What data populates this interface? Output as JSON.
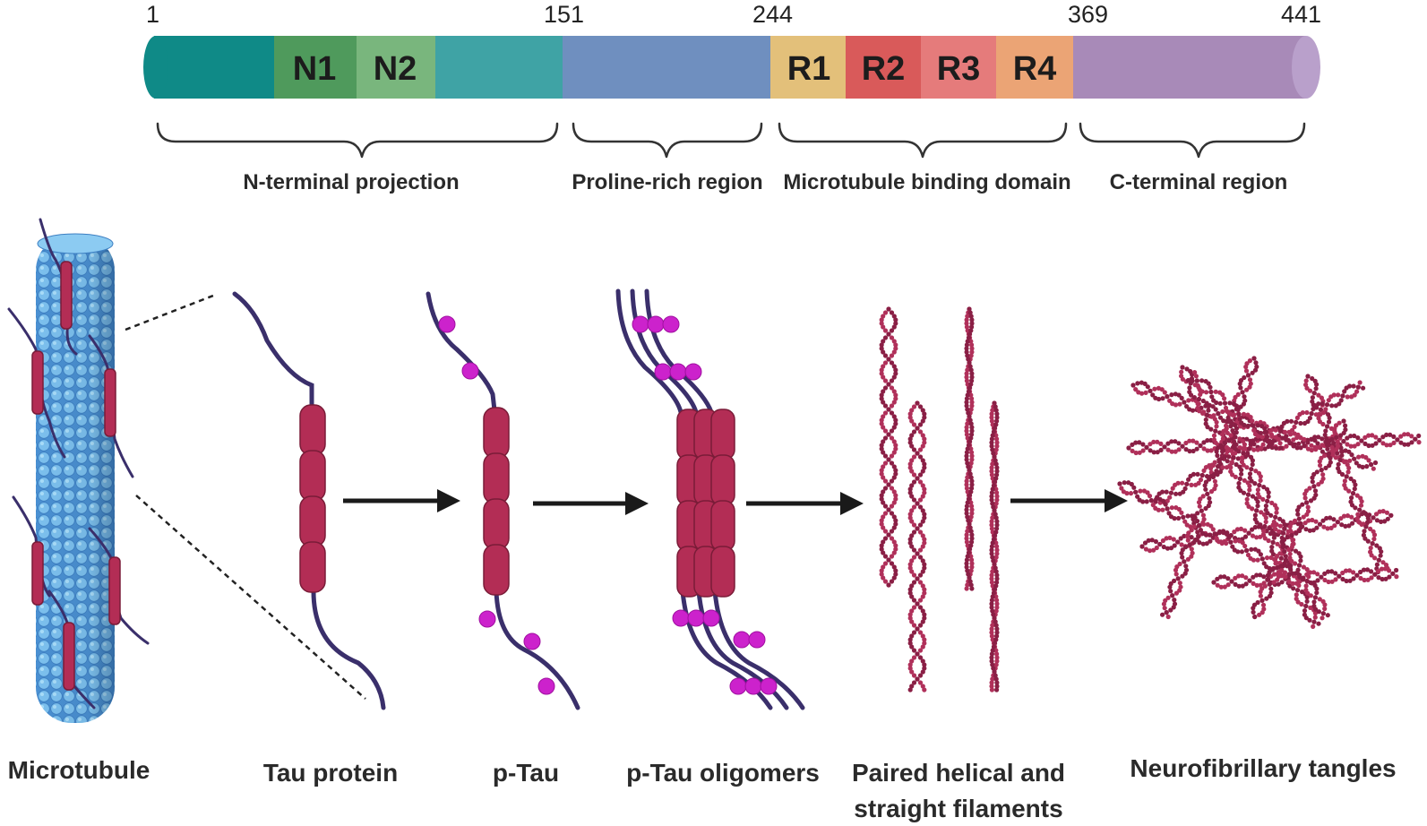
{
  "positions": [
    "1",
    "151",
    "244",
    "369",
    "441"
  ],
  "segments": [
    "N1",
    "N2",
    "R1",
    "R2",
    "R3",
    "R4"
  ],
  "regions": [
    "N-terminal projection",
    "Proline-rich region",
    "Microtubule binding domain",
    "C-terminal region"
  ],
  "stages": {
    "microtubule": "Microtubule",
    "tau": "Tau protein",
    "ptau": "p-Tau",
    "oligomers": "p-Tau oligomers",
    "filaments_line1": "Paired helical and",
    "filaments_line2": "straight filaments",
    "tangles": "Neurofibrillary tangles"
  },
  "colors": {
    "n_term": "#0f8a87",
    "n1": "#4f9a5c",
    "n2": "#79b67d",
    "n_term_2": "#3fa3a5",
    "proline": "#6f8fbf",
    "r1": "#e3c07a",
    "r2": "#d95a5a",
    "r3": "#e57b7b",
    "r4": "#eba475",
    "c_term": "#a88ab8",
    "tau_repeat": "#b32d55",
    "phospho": "#cc22cc",
    "filament": "#b0305a",
    "microtubule": "#5aa6e0"
  }
}
